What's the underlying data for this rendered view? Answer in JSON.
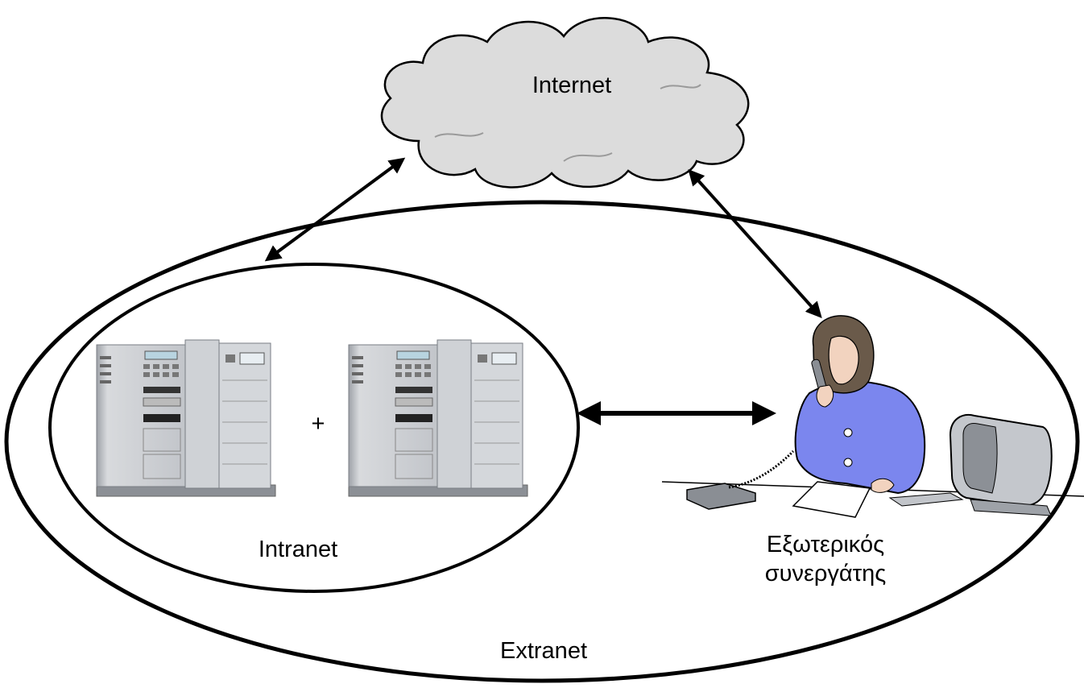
{
  "diagram": {
    "labels": {
      "internet": "Internet",
      "intranet": "Intranet",
      "extranet": "Extranet",
      "plus": "+",
      "partner_line1": "Εξωτερικός",
      "partner_line2": "συνεργάτης"
    },
    "nodes": [
      {
        "id": "internet",
        "icon": "cloud-icon"
      },
      {
        "id": "server-1",
        "icon": "server-tower-icon"
      },
      {
        "id": "server-2",
        "icon": "server-tower-icon"
      },
      {
        "id": "partner",
        "icon": "woman-on-phone-at-desk-icon"
      }
    ],
    "edges": [
      {
        "from": "intranet",
        "to": "internet",
        "style": "bidirectional-arrow"
      },
      {
        "from": "internet",
        "to": "partner",
        "style": "bidirectional-arrow"
      },
      {
        "from": "intranet",
        "to": "partner",
        "style": "bidirectional-arrow"
      }
    ],
    "colors": {
      "cloud_fill": "#dcdcdc",
      "server_body": "#c9ccd0",
      "blouse": "#7b86ee",
      "stroke": "#000000"
    }
  }
}
